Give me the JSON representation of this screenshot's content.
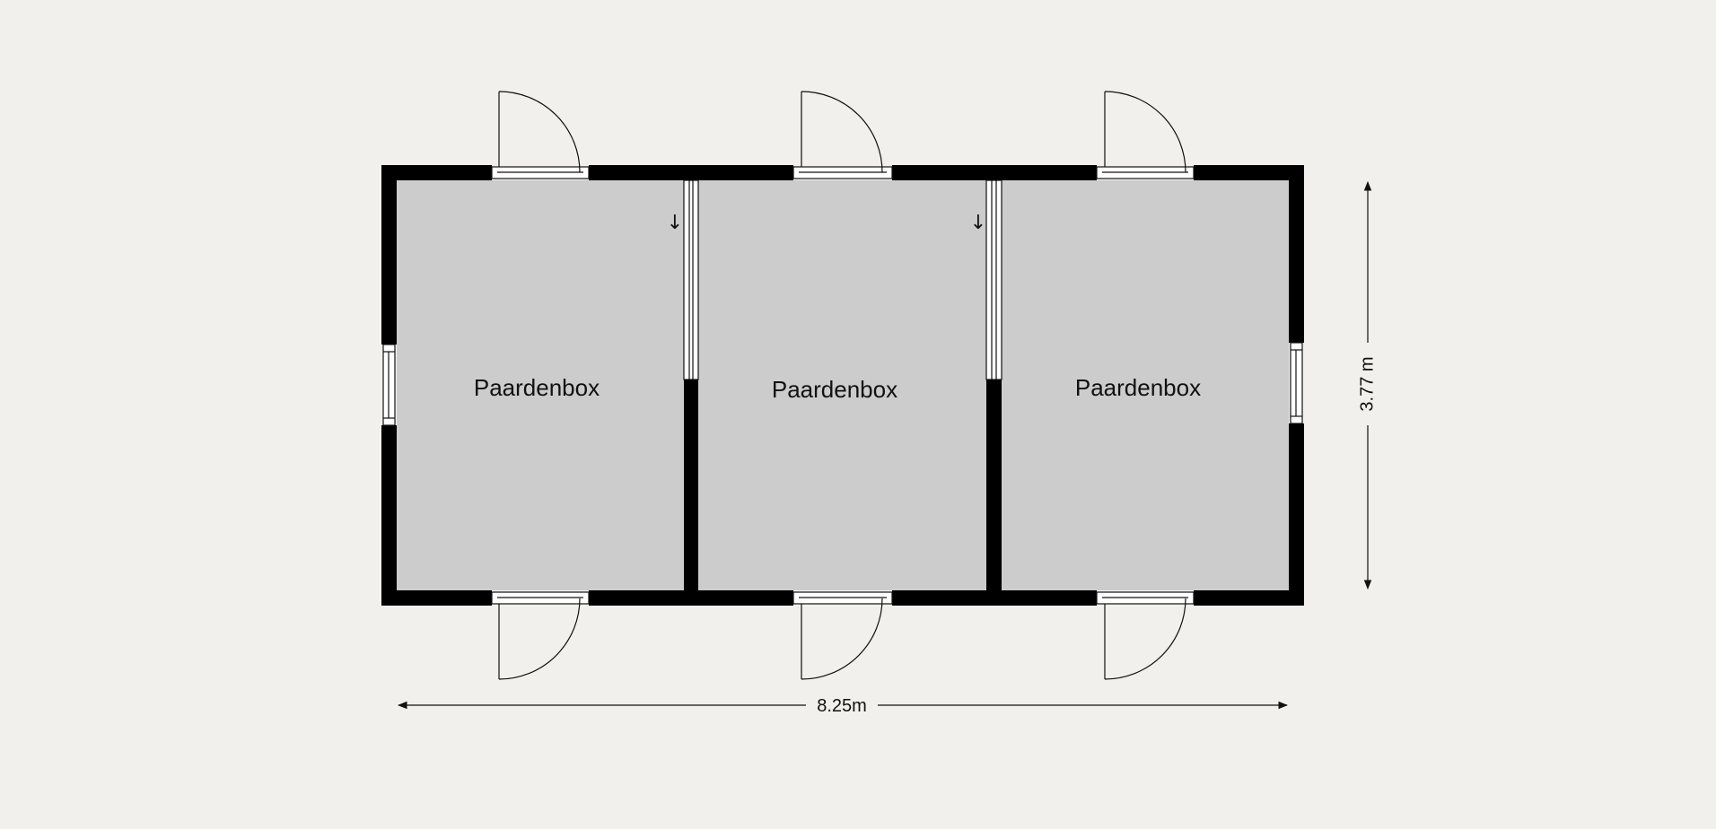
{
  "colors": {
    "background": "#f1f0ed",
    "floor": "#cccccc",
    "wall": "#000000",
    "line": "#111111"
  },
  "rooms": [
    {
      "label": "Paardenbox"
    },
    {
      "label": "Paardenbox"
    },
    {
      "label": "Paardenbox"
    }
  ],
  "dimensions": {
    "width": "8.25m",
    "height": "3.77 m"
  },
  "marks": {
    "partition_arrow": "↓"
  }
}
